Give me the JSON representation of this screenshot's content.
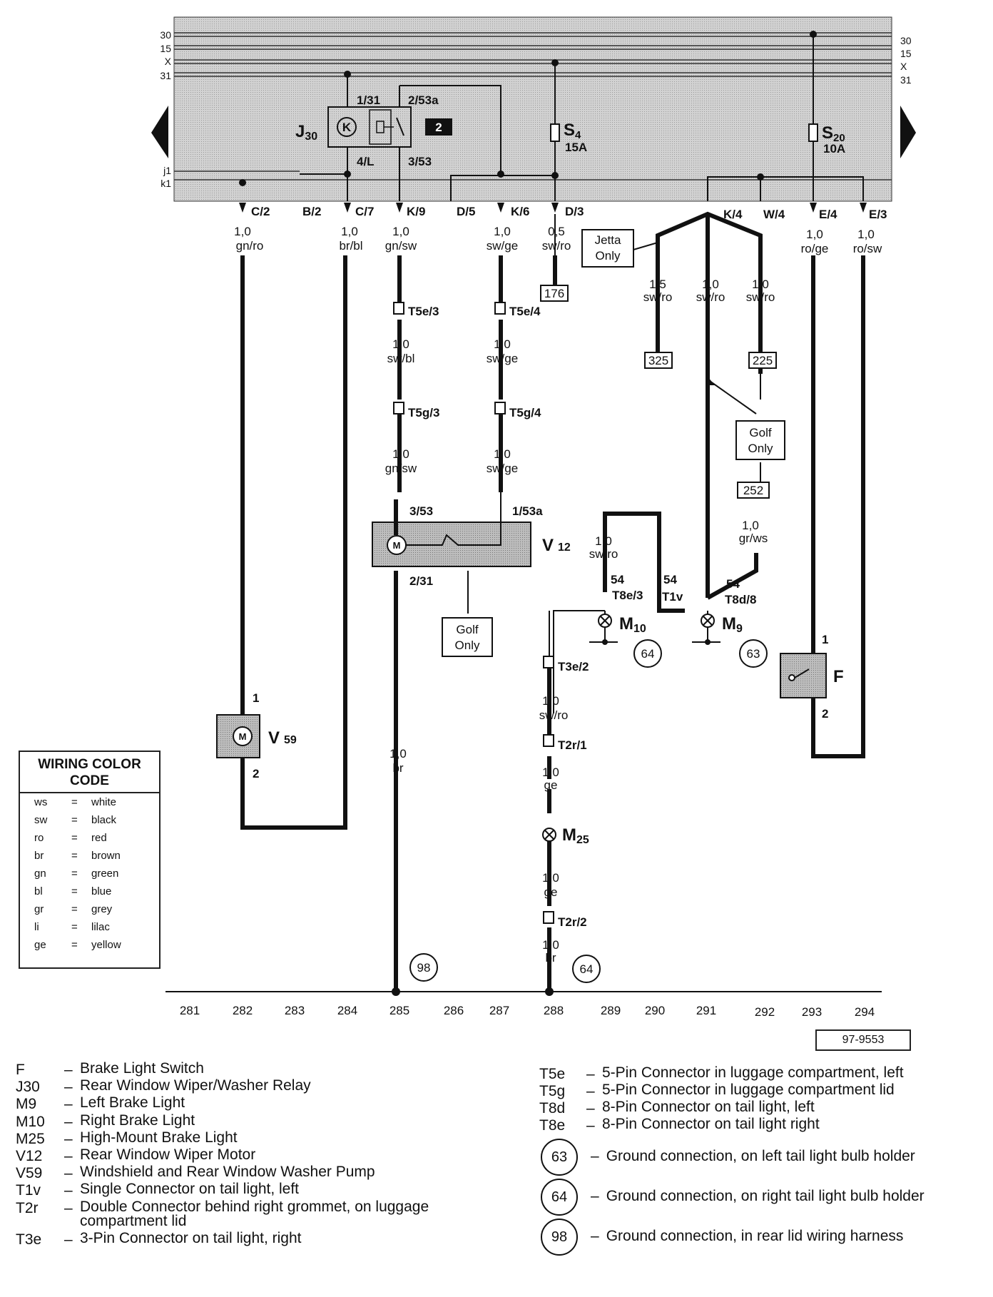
{
  "bus_labels": {
    "left": [
      "30",
      "15",
      "X",
      "31"
    ],
    "right": [
      "30",
      "15",
      "X",
      "31"
    ],
    "j1": "j1",
    "k1": "k1"
  },
  "components": {
    "J30": {
      "name": "J",
      "sub": "30",
      "pin1": "1/31",
      "pin2": "2/53a",
      "pin3": "4/L",
      "pin4": "3/53",
      "badge": "2",
      "relay_symbol": "K"
    },
    "S4": {
      "name": "S",
      "sub": "4",
      "rating": "15A"
    },
    "S20": {
      "name": "S",
      "sub": "20",
      "rating": "10A"
    },
    "V12": {
      "name": "V",
      "sub": "12",
      "pin_in": "3/53",
      "pin_in2": "1/53a",
      "pin_out": "2/31"
    },
    "V59": {
      "name": "V",
      "sub": "59",
      "pin1": "1",
      "pin2": "2"
    },
    "M9": {
      "name": "M",
      "sub": "9"
    },
    "M10": {
      "name": "M",
      "sub": "10"
    },
    "M25": {
      "name": "M",
      "sub": "25"
    },
    "F": {
      "name": "F",
      "pin1": "1",
      "pin2": "2"
    }
  },
  "central_connectors": [
    "C/2",
    "B/2",
    "C/7",
    "K/9",
    "D/5",
    "K/6",
    "D/3",
    "K/4",
    "W/4",
    "E/4",
    "E/3"
  ],
  "wires": {
    "c2": [
      "1,0",
      "gn/ro"
    ],
    "c7": [
      "1,0",
      "br/bl"
    ],
    "k9": [
      "1,0",
      "gn/sw"
    ],
    "k6": [
      "1,0",
      "sw/ge"
    ],
    "d3": [
      "0,5",
      "sw/ro"
    ],
    "e4": [
      "1,0",
      "ro/ge"
    ],
    "e3": [
      "1,0",
      "ro/sw"
    ],
    "jetta": [
      "1,5",
      "sw/ro"
    ],
    "mid": [
      "1,0",
      "sw/ro"
    ],
    "golf": [
      "1,0",
      "sw/ro"
    ],
    "t5e3": [
      "1,0",
      "sw/bl"
    ],
    "t5e4": [
      "1,0",
      "sw/ge"
    ],
    "t5g3": [
      "1,0",
      "gn/sw"
    ],
    "t5g4": [
      "1,0",
      "sw/ge"
    ],
    "m10": [
      "1,0",
      "sw/ro"
    ],
    "gr": [
      "1,0",
      "gr/ws"
    ],
    "t3e": [
      "1,0",
      "sw/ro"
    ],
    "t2r1": [
      "1,0",
      "ge"
    ],
    "m25": [
      "1,0",
      "ge"
    ],
    "t2r2": [
      "1,0",
      "br"
    ],
    "v12out": [
      "1,0",
      "br"
    ]
  },
  "connectors": {
    "t5e3": "T5e/3",
    "t5e4": "T5e/4",
    "t5g3": "T5g/3",
    "t5g4": "T5g/4",
    "t8e3": "T8e/3",
    "t1v": "T1v",
    "t8d8": "T8d/8",
    "t3e2": "T3e/2",
    "t2r1": "T2r/1",
    "t2r2": "T2r/2"
  },
  "terminal_54": "54",
  "refs": {
    "r176": "176",
    "r325": "325",
    "r225": "225",
    "r252": "252"
  },
  "notes": {
    "jetta": [
      "Jetta",
      "Only"
    ],
    "golf1": [
      "Golf",
      "Only"
    ],
    "golf2": [
      "Golf",
      "Only"
    ]
  },
  "ground_circles": {
    "g64a": "64",
    "g63": "63",
    "g98": "98",
    "g64b": "64"
  },
  "column_numbers": [
    "281",
    "282",
    "283",
    "284",
    "285",
    "286",
    "287",
    "288",
    "289",
    "290",
    "291",
    "292",
    "293",
    "294"
  ],
  "figure_id": "97-9553",
  "wiring_color_code": {
    "title": "WIRING COLOR CODE",
    "rows": [
      {
        "code": "ws",
        "eq": "=",
        "color": "white"
      },
      {
        "code": "sw",
        "eq": "=",
        "color": "black"
      },
      {
        "code": "ro",
        "eq": "=",
        "color": "red"
      },
      {
        "code": "br",
        "eq": "=",
        "color": "brown"
      },
      {
        "code": "gn",
        "eq": "=",
        "color": "green"
      },
      {
        "code": "bl",
        "eq": "=",
        "color": "blue"
      },
      {
        "code": "gr",
        "eq": "=",
        "color": "grey"
      },
      {
        "code": "li",
        "eq": "=",
        "color": "lilac"
      },
      {
        "code": "ge",
        "eq": "=",
        "color": "yellow"
      }
    ]
  },
  "legend_left": [
    {
      "code": "F",
      "desc": "Brake Light Switch"
    },
    {
      "code": "J30",
      "desc": "Rear Window Wiper/Washer Relay"
    },
    {
      "code": "M9",
      "desc": "Left Brake Light"
    },
    {
      "code": "M10",
      "desc": "Right Brake Light"
    },
    {
      "code": "M25",
      "desc": "High-Mount Brake Light"
    },
    {
      "code": "V12",
      "desc": "Rear Window Wiper Motor"
    },
    {
      "code": "V59",
      "desc": "Windshield and Rear Window Washer Pump"
    },
    {
      "code": "T1v",
      "desc": "Single Connector on tail light, left"
    },
    {
      "code": "T2r",
      "desc": "Double Connector behind right grommet, on luggage compartment lid"
    },
    {
      "code": "T3e",
      "desc": "3-Pin Connector on tail light, right"
    }
  ],
  "legend_right": [
    {
      "code": "T5e",
      "desc": "5-Pin Connector in luggage compartment, left"
    },
    {
      "code": "T5g",
      "desc": "5-Pin Connector in luggage compartment lid"
    },
    {
      "code": "T8d",
      "desc": "8-Pin Connector on tail light, left"
    },
    {
      "code": "T8e",
      "desc": "8-Pin Connector on tail light right"
    }
  ],
  "ground_legend": [
    {
      "num": "63",
      "desc": "Ground connection, on left tail light bulb holder"
    },
    {
      "num": "64",
      "desc": "Ground connection, on right tail light bulb holder"
    },
    {
      "num": "98",
      "desc": "Ground connection, in rear lid wiring harness"
    }
  ],
  "dash": "–",
  "colors": {
    "panel": "#c8c8c8",
    "line": "#111111",
    "box": "#b8b8b8"
  }
}
